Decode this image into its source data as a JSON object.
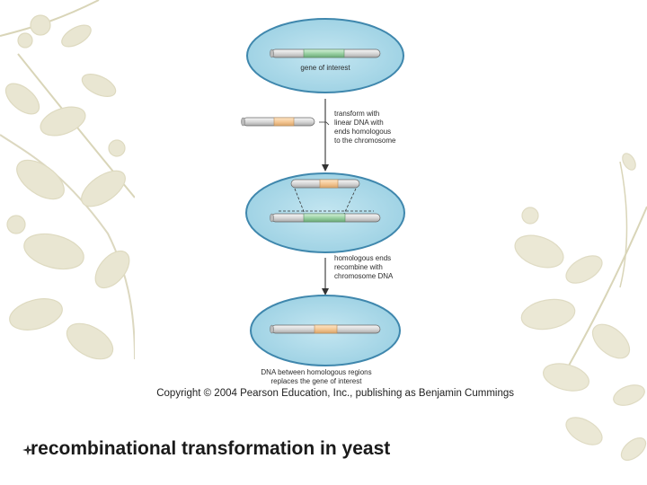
{
  "slide": {
    "caption": "recombinational transformation in yeast",
    "bullet_icon": "diamond-bullet-icon"
  },
  "figure": {
    "gene_label": "gene of interest",
    "step1_text": [
      "transform with",
      "linear DNA with",
      "ends homologous",
      "to the chromosome"
    ],
    "step2_text": [
      "homologous ends",
      "recombine with",
      "chromosome DNA"
    ],
    "result_text": [
      "DNA between homologous regions",
      "replaces the gene of interest"
    ],
    "copyright": "Copyright © 2004 Pearson Education, Inc., publishing as Benjamin Cummings"
  },
  "colors": {
    "cell_fill": "#a9d9e8",
    "cell_stroke": "#3f87ad",
    "chromosome": "#dcdcdc",
    "gene_green": "#9bd2a4",
    "insert_orange": "#f5c896",
    "branch_decoration": "#e7e4cd"
  }
}
